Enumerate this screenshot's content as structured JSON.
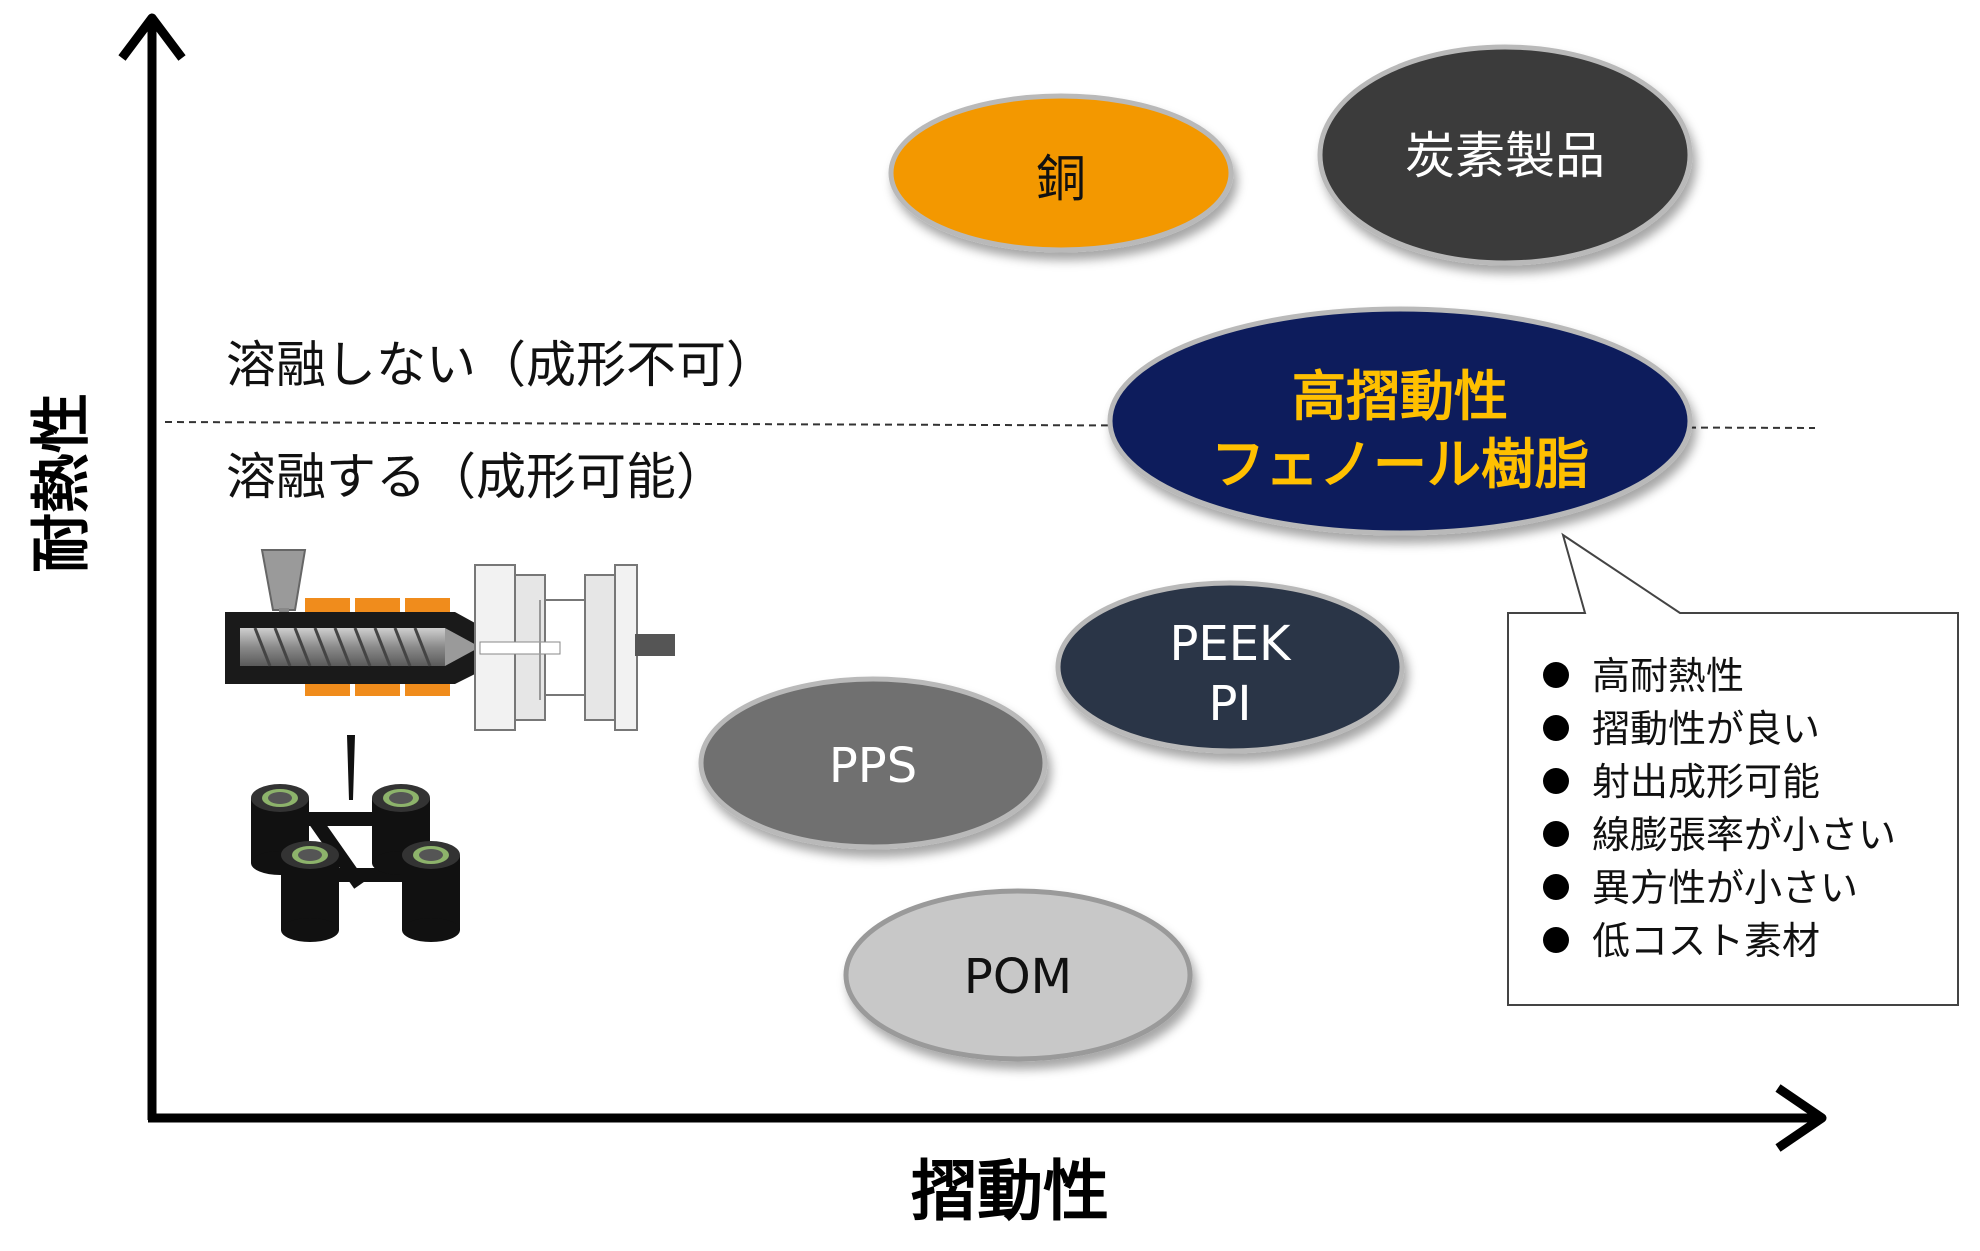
{
  "axes": {
    "x_label": "摺動性",
    "y_label": "耐熱性"
  },
  "zones": {
    "upper": "溶融しない（成形不可）",
    "lower": "溶融する（成形可能）"
  },
  "materials": {
    "copper": {
      "label": "銅",
      "fill": "#F39800",
      "text_color": "#111111"
    },
    "carbon": {
      "label": "炭素製品",
      "fill": "#3A3A3A",
      "text_color": "#FFFFFF"
    },
    "phenolic": {
      "line1": "高摺動性",
      "line2": "フェノール樹脂",
      "fill": "#0D1F5C",
      "text_color": "#FFC000"
    },
    "peek": {
      "line1": "PEEK",
      "line2": "PI",
      "fill": "#2B3446",
      "text_color": "#FFFFFF"
    },
    "pps": {
      "label": "PPS",
      "fill": "#707070",
      "text_color": "#FFFFFF"
    },
    "pom": {
      "label": "POM",
      "fill": "#C8C8C8",
      "text_color": "#111111"
    }
  },
  "callout": {
    "items": [
      "高耐熱性",
      "摺動性が良い",
      "射出成形可能",
      "線膨張率が小さい",
      "異方性が小さい",
      "低コスト素材"
    ]
  }
}
